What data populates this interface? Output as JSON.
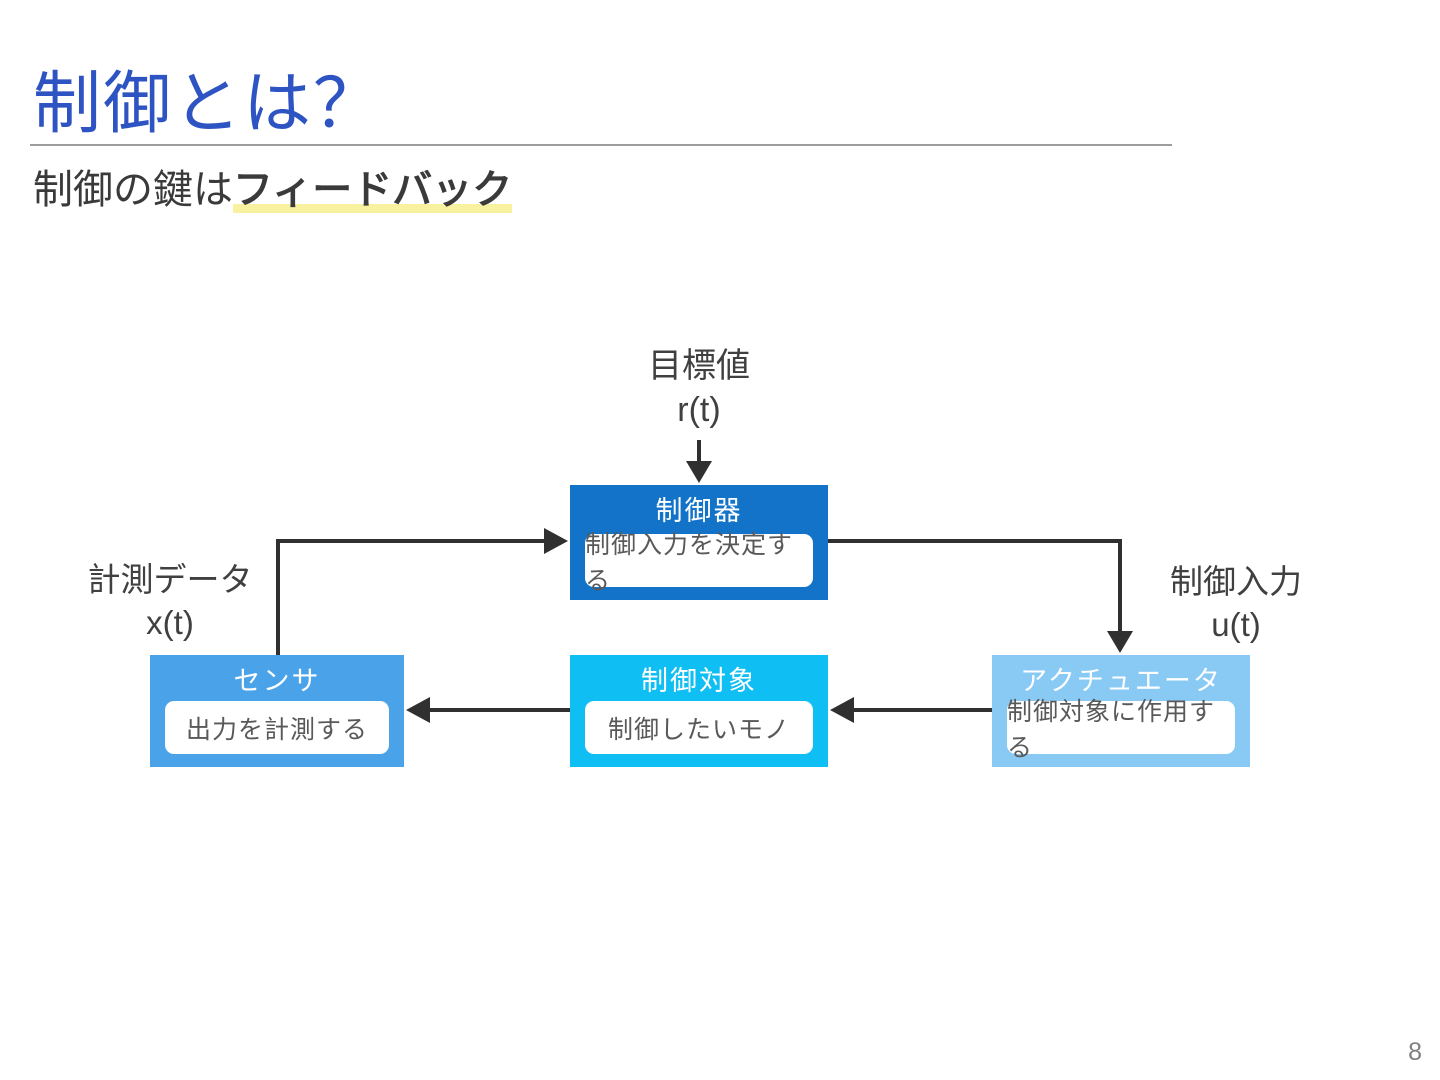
{
  "slide": {
    "title": "制御とは？",
    "subtitle_prefix": "制御の鍵は",
    "subtitle_highlight": "フィードバック",
    "page_number": "8"
  },
  "diagram": {
    "labels": {
      "target": {
        "line1": "目標値",
        "line2": "r(t)"
      },
      "measured": {
        "line1": "計測データ",
        "line2": "x(t)"
      },
      "input": {
        "line1": "制御入力",
        "line2": "u(t)"
      }
    },
    "blocks": {
      "controller": {
        "title": "制御器",
        "desc": "制御入力を決定する",
        "color": "#1373C8"
      },
      "sensor": {
        "title": "センサ",
        "desc": "出力を計測する",
        "color": "#4AA3E8"
      },
      "plant": {
        "title": "制御対象",
        "desc": "制御したいモノ",
        "color": "#0FBEF2"
      },
      "actuator": {
        "title": "アクチュエータ",
        "desc": "制御対象に作用する",
        "color": "#89CAF5"
      }
    },
    "colors": {
      "arrow": "#303030",
      "label_text": "#404040",
      "desc_text": "#595959",
      "title_blue": "#2E53C2",
      "highlight_yellow": "#F8F1A0",
      "divider_gray": "#9E9E9E"
    }
  }
}
